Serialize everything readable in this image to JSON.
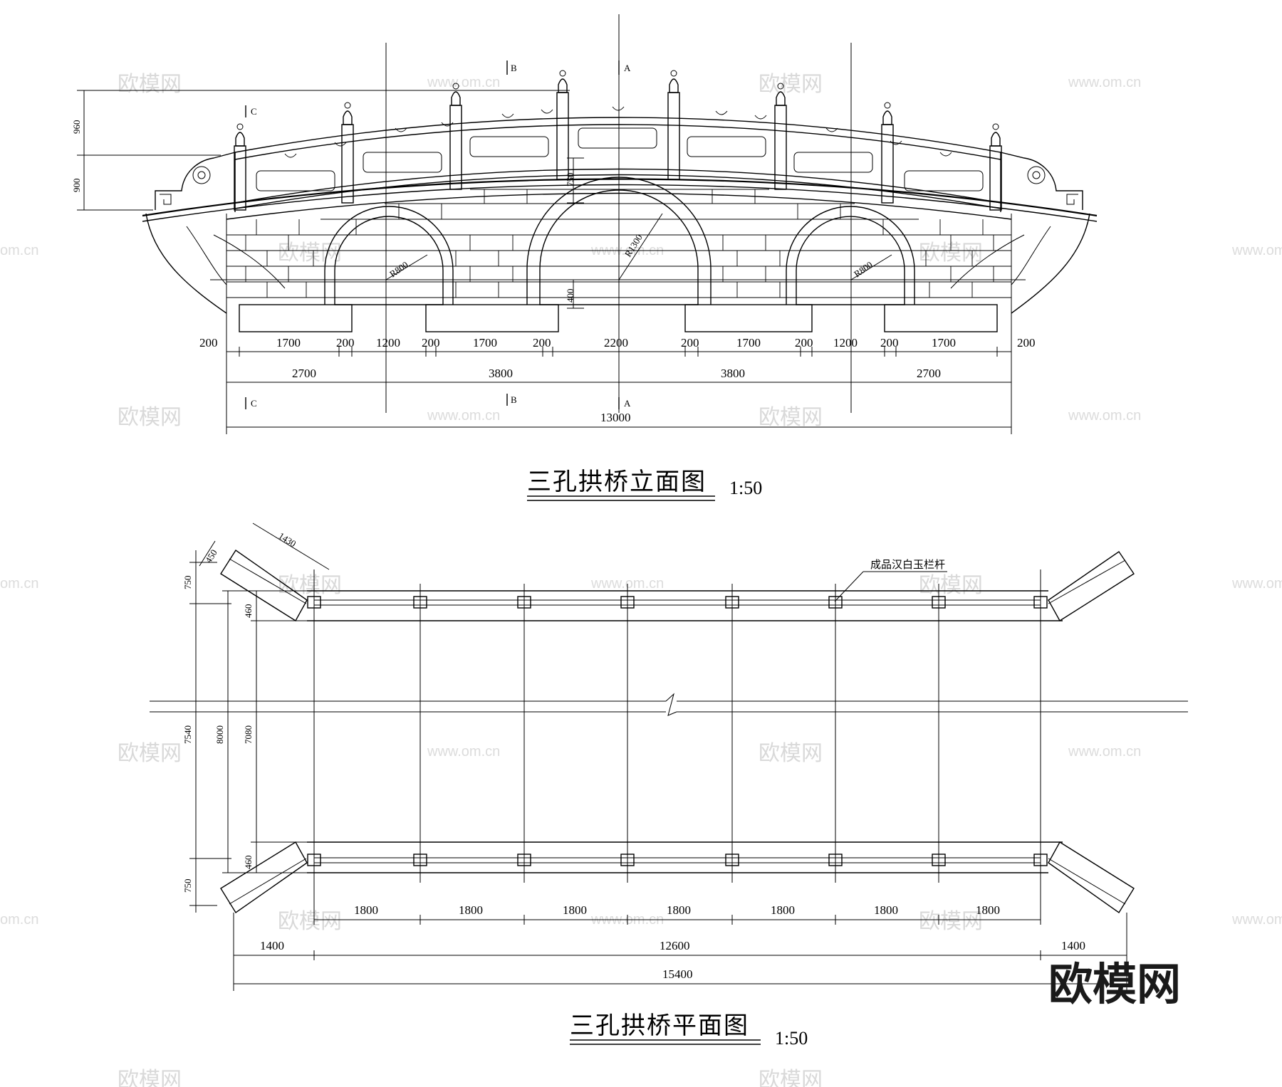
{
  "elevation": {
    "title": "三孔拱桥立面图",
    "scale": "1:50",
    "row1": [
      "200",
      "1700",
      "200",
      "1200",
      "200",
      "1700",
      "200",
      "2200",
      "200",
      "1700",
      "200",
      "1200",
      "200",
      "1700",
      "200"
    ],
    "row2": [
      "2700",
      "3800",
      "3800",
      "2700"
    ],
    "total": "13000",
    "heights": [
      "960",
      "900"
    ],
    "rise": "750",
    "spring": "400",
    "radius_main": "R1300",
    "radius_side_left": "R800",
    "radius_side_right": "R800",
    "section_a": "A",
    "section_b": "B",
    "section_c": "C"
  },
  "plan": {
    "title": "三孔拱桥平面图",
    "scale": "1:50",
    "note": "成品汉白玉栏杆",
    "spans": [
      "1800",
      "1800",
      "1800",
      "1800",
      "1800",
      "1800",
      "1800"
    ],
    "row2": [
      "1400",
      "12600",
      "1400"
    ],
    "total": "15400",
    "wing_width": "450",
    "wing_length": "1430",
    "left_dims": [
      "750",
      "7540",
      "750"
    ],
    "widths": [
      "8000",
      "7080"
    ],
    "rail_offsets": [
      "460",
      "460"
    ]
  },
  "watermark": {
    "brand": "欧模网",
    "url": "www.om.cn",
    "short": "om.cn"
  }
}
